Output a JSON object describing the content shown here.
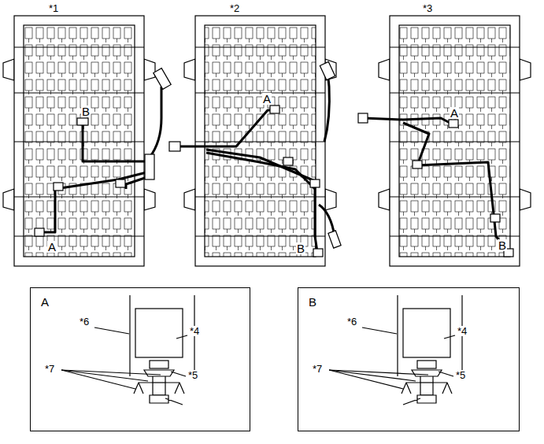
{
  "diagram": {
    "nodes": [
      {
        "text": [
          "A"
        ]
      },
      {
        "text": [
          "B"
        ]
      }
    ],
    "labels": [
      "*1",
      "*2",
      "*3",
      "B",
      "A",
      "A",
      "B",
      "A",
      "B",
      "*6",
      "*4",
      "*7",
      "*5",
      "*6",
      "*4",
      "*7",
      "*5"
    ]
  }
}
